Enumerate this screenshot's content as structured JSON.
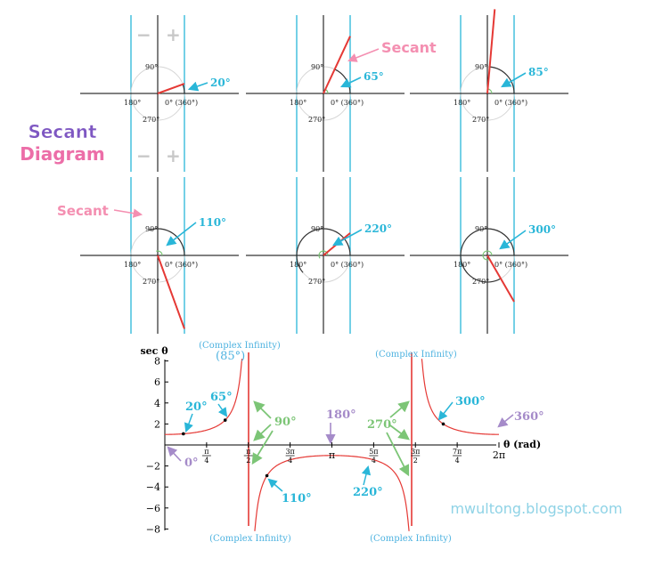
{
  "title": {
    "line1": "Secant",
    "line2": "Diagram"
  },
  "signs": {
    "minus": "−",
    "plus": "+"
  },
  "circle_labels": {
    "deg90": "90°",
    "deg180": "180°",
    "deg270": "270°",
    "deg0": "0° (360°)"
  },
  "panels": [
    {
      "angle": 20,
      "label": "20°"
    },
    {
      "angle": 65,
      "label": "65°"
    },
    {
      "angle": 85,
      "label": "85°"
    },
    {
      "angle": 110,
      "label": "110°"
    },
    {
      "angle": 220,
      "label": "220°"
    },
    {
      "angle": 300,
      "label": "300°"
    }
  ],
  "callouts": {
    "secant_top": "Secant",
    "secant_left": "Secant"
  },
  "graph": {
    "ylabel": "sec θ",
    "xlabel": "θ (rad)",
    "yticks": [
      "8",
      "6",
      "4",
      "2",
      "−2",
      "−4",
      "−6",
      "−8"
    ],
    "xticks": [
      {
        "num": "π",
        "den": "4"
      },
      {
        "num": "π",
        "den": "2"
      },
      {
        "num": "3π",
        "den": "4"
      },
      {
        "single": "π"
      },
      {
        "num": "5π",
        "den": "4"
      },
      {
        "num": "3π",
        "den": "2"
      },
      {
        "num": "7π",
        "den": "4"
      },
      {
        "single": "2π"
      }
    ],
    "complex_infinity": "(Complex Infinity)",
    "annotations": {
      "a85": "(85°)",
      "a20": "20°",
      "a65": "65°",
      "a90": "90°",
      "a180": "180°",
      "a270": "270°",
      "a300": "300°",
      "a360": "360°",
      "a0": "0°",
      "a110": "110°",
      "a220": "220°"
    }
  },
  "watermark": "mwultong.blogspot.com",
  "colors": {
    "red": "#e53935",
    "cyan": "#29b6d8",
    "pink": "#f48fb1",
    "green": "#7cc576",
    "purple": "#a58bc9",
    "grey": "#c8c8c8",
    "brand_purple": "#7e57c2",
    "brand_pink": "#ec6ea8"
  }
}
